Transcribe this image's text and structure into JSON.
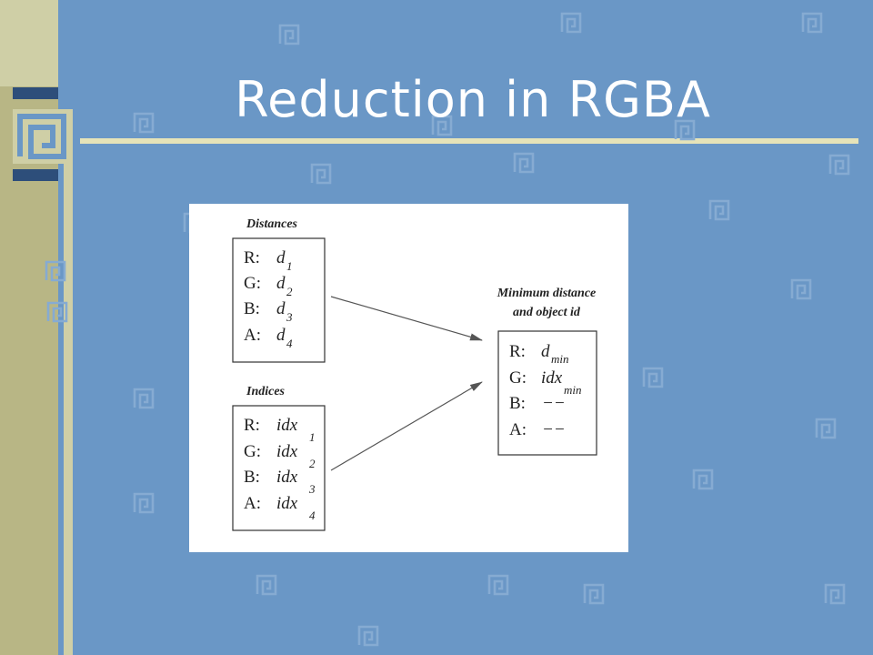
{
  "slide": {
    "title": "Reduction in RGBA"
  },
  "theme": {
    "background": "#6a97c6",
    "accent": "#e6e3b8",
    "dark": "#2d4e7a"
  },
  "diagram": {
    "distances": {
      "label": "Distances",
      "rows": [
        {
          "reg": "R:",
          "val": "d",
          "sub": "1"
        },
        {
          "reg": "G:",
          "val": "d",
          "sub": "2"
        },
        {
          "reg": "B:",
          "val": "d",
          "sub": "3"
        },
        {
          "reg": "A:",
          "val": "d",
          "sub": "4"
        }
      ]
    },
    "indices": {
      "label": "Indices",
      "rows": [
        {
          "reg": "R:",
          "val": "idx",
          "sub": "1"
        },
        {
          "reg": "G:",
          "val": "idx",
          "sub": "2"
        },
        {
          "reg": "B:",
          "val": "idx",
          "sub": "3"
        },
        {
          "reg": "A:",
          "val": "idx",
          "sub": "4"
        }
      ]
    },
    "result": {
      "label_line1": "Minimum distance",
      "label_line2": "and object id",
      "rows": [
        {
          "reg": "R:",
          "val": "d",
          "sub": "min"
        },
        {
          "reg": "G:",
          "val": "idx",
          "sub": "min"
        },
        {
          "reg": "B:",
          "val": "−−",
          "sub": ""
        },
        {
          "reg": "A:",
          "val": "−−",
          "sub": ""
        }
      ]
    }
  }
}
